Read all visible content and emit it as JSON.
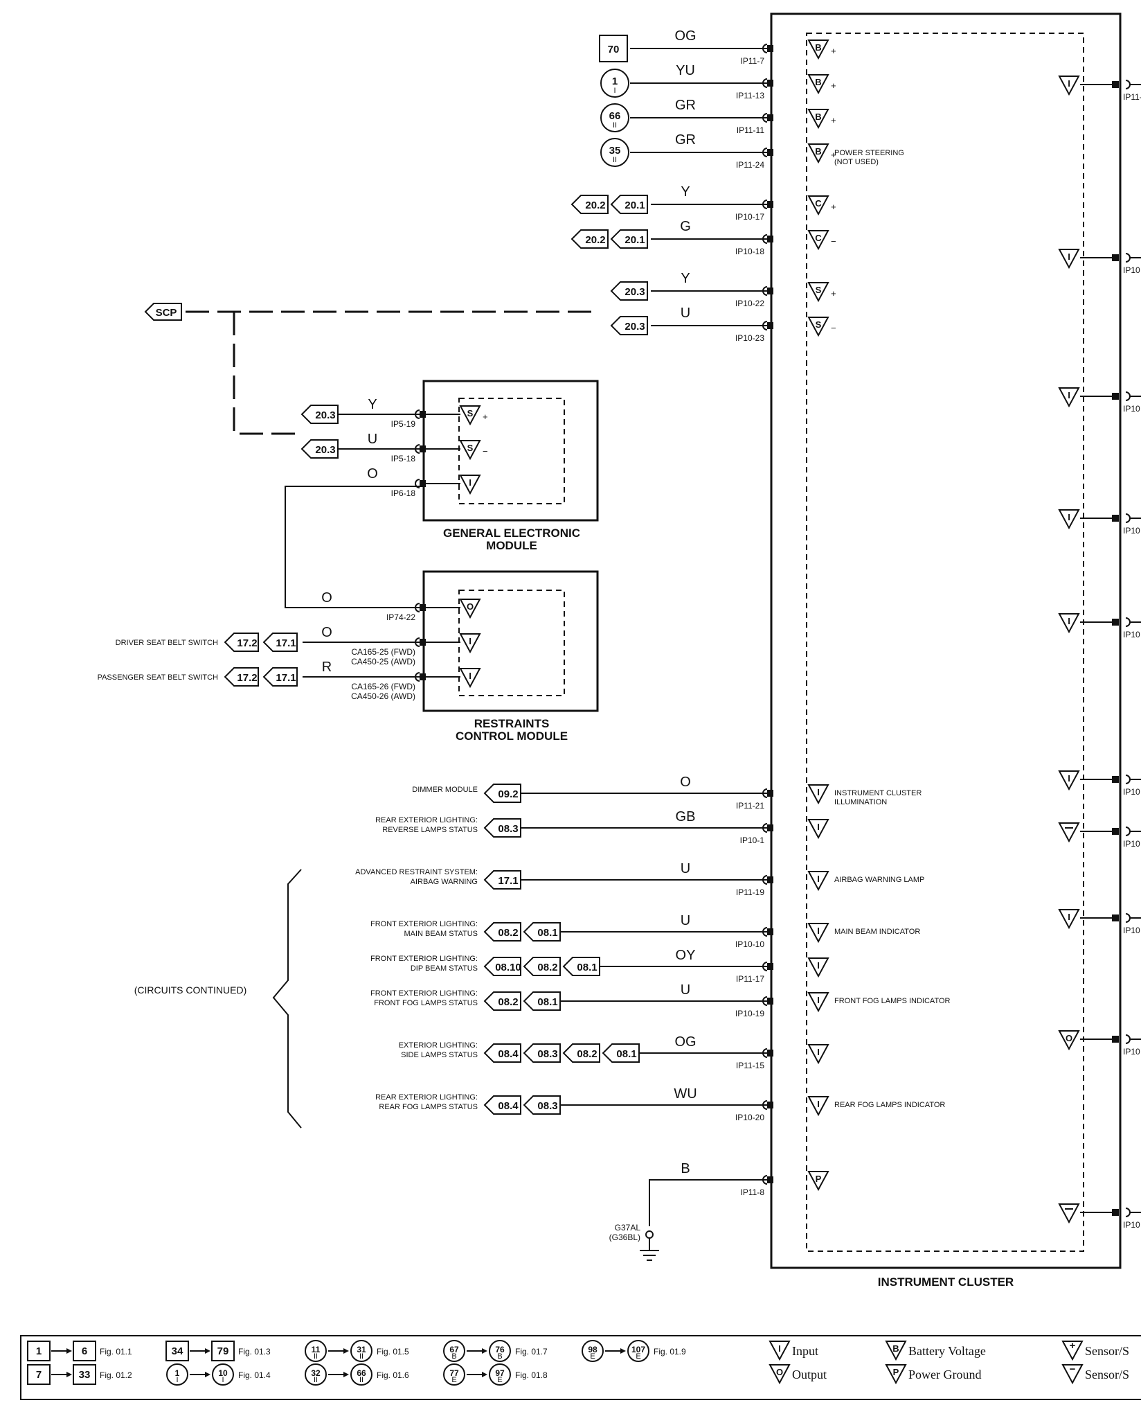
{
  "modules": {
    "instrument_cluster": "INSTRUMENT CLUSTER",
    "gem": [
      "GENERAL ELECTRONIC",
      "MODULE"
    ],
    "rcm": [
      "RESTRAINTS",
      "CONTROL MODULE"
    ]
  },
  "cluster_inputs_top": [
    {
      "src_type": "box",
      "src": [
        "70"
      ],
      "wire": "OG",
      "pin": "IP11-7",
      "sym": "B",
      "sign": "+",
      "desc": []
    },
    {
      "src_type": "circle",
      "src": [
        "1",
        "I"
      ],
      "wire": "YU",
      "pin": "IP11-13",
      "sym": "B",
      "sign": "+",
      "desc": []
    },
    {
      "src_type": "circle",
      "src": [
        "66",
        "II"
      ],
      "wire": "GR",
      "pin": "IP11-11",
      "sym": "B",
      "sign": "+",
      "desc": []
    },
    {
      "src_type": "circle",
      "src": [
        "35",
        "II"
      ],
      "wire": "GR",
      "pin": "IP11-24",
      "sym": "B",
      "sign": "+",
      "desc": [
        "POWER STEERING",
        "(NOT USED)"
      ]
    },
    {
      "src_type": "arrows",
      "src": [
        "20.2",
        "20.1"
      ],
      "wire": "Y",
      "pin": "IP10-17",
      "sym": "C",
      "sign": "+",
      "desc": []
    },
    {
      "src_type": "arrows",
      "src": [
        "20.2",
        "20.1"
      ],
      "wire": "G",
      "pin": "IP10-18",
      "sym": "C",
      "sign": "−",
      "desc": []
    },
    {
      "src_type": "arrows",
      "src": [
        "20.3"
      ],
      "wire": "Y",
      "pin": "IP10-22",
      "sym": "S",
      "sign": "+",
      "desc": []
    },
    {
      "src_type": "arrows",
      "src": [
        "20.3"
      ],
      "wire": "U",
      "pin": "IP10-23",
      "sym": "S",
      "sign": "−",
      "desc": []
    }
  ],
  "scp": "SCP",
  "gem_pins": [
    {
      "ref": "20.3",
      "wire": "Y",
      "pin": "IP5-19",
      "sym": "S",
      "sign": "+"
    },
    {
      "ref": "20.3",
      "wire": "U",
      "pin": "IP5-18",
      "sym": "S",
      "sign": "−"
    },
    {
      "ref": "",
      "wire": "O",
      "pin": "IP6-18",
      "sym": "I",
      "sign": ""
    }
  ],
  "rcm_pins": [
    {
      "label": "",
      "refs": [],
      "wire": "O",
      "pin": [
        "IP74-22"
      ],
      "sym": "O"
    },
    {
      "label": "DRIVER SEAT BELT SWITCH",
      "refs": [
        "17.2",
        "17.1"
      ],
      "wire": "O",
      "pin": [
        "CA165-25 (FWD)",
        "CA450-25 (AWD)"
      ],
      "sym": "I"
    },
    {
      "label": "PASSENGER SEAT BELT SWITCH",
      "refs": [
        "17.2",
        "17.1"
      ],
      "wire": "R",
      "pin": [
        "CA165-26 (FWD)",
        "CA450-26 (AWD)"
      ],
      "sym": "I"
    }
  ],
  "cluster_inputs_bottom": [
    {
      "label": [
        "DIMMER MODULE"
      ],
      "refs": [
        "09.2"
      ],
      "wire": "O",
      "pin": "IP11-21",
      "sym": "I",
      "desc": [
        "INSTRUMENT CLUSTER",
        "ILLUMINATION"
      ]
    },
    {
      "label": [
        "REAR EXTERIOR LIGHTING:",
        "REVERSE LAMPS STATUS"
      ],
      "refs": [
        "08.3"
      ],
      "wire": "GB",
      "pin": "IP10-1",
      "sym": "I",
      "desc": []
    },
    {
      "label": [
        "ADVANCED RESTRAINT SYSTEM:",
        "AIRBAG WARNING"
      ],
      "refs": [
        "17.1"
      ],
      "wire": "U",
      "pin": "IP11-19",
      "sym": "I",
      "desc": [
        "AIRBAG WARNING LAMP"
      ]
    },
    {
      "label": [
        "FRONT EXTERIOR LIGHTING:",
        "MAIN BEAM STATUS"
      ],
      "refs": [
        "08.2",
        "08.1"
      ],
      "wire": "U",
      "pin": "IP10-10",
      "sym": "I",
      "desc": [
        "MAIN BEAM INDICATOR"
      ]
    },
    {
      "label": [
        "FRONT EXTERIOR LIGHTING:",
        "DIP BEAM STATUS"
      ],
      "refs": [
        "08.10",
        "08.2",
        "08.1"
      ],
      "wire": "OY",
      "pin": "IP11-17",
      "sym": "I",
      "desc": []
    },
    {
      "label": [
        "FRONT EXTERIOR LIGHTING:",
        "FRONT FOG LAMPS STATUS"
      ],
      "refs": [
        "08.2",
        "08.1"
      ],
      "wire": "U",
      "pin": "IP10-19",
      "sym": "I",
      "desc": [
        "FRONT FOG LAMPS INDICATOR"
      ]
    },
    {
      "label": [
        "EXTERIOR LIGHTING:",
        "SIDE LAMPS STATUS"
      ],
      "refs": [
        "08.4",
        "08.3",
        "08.2",
        "08.1"
      ],
      "wire": "OG",
      "pin": "IP11-15",
      "sym": "I",
      "desc": []
    },
    {
      "label": [
        "REAR EXTERIOR LIGHTING:",
        "REAR FOG LAMPS STATUS"
      ],
      "refs": [
        "08.4",
        "08.3"
      ],
      "wire": "WU",
      "pin": "IP10-20",
      "sym": "I",
      "desc": [
        "REAR FOG LAMPS INDICATOR"
      ]
    }
  ],
  "ground": {
    "wire": "B",
    "pin": "IP11-8",
    "sym": "P",
    "label": [
      "G37AL",
      "(G36BL)"
    ]
  },
  "circuits_continued": "(CIRCUITS CONTINUED)",
  "right_pins": [
    {
      "sym": "I",
      "pin": "IP11-"
    },
    {
      "sym": "I",
      "pin": "IP10"
    },
    {
      "sym": "I",
      "pin": "IP10"
    },
    {
      "sym": "I",
      "pin": "IP10"
    },
    {
      "sym": "I",
      "pin": "IP10"
    },
    {
      "sym": "I",
      "pin": "IP10"
    },
    {
      "sym": "−",
      "pin": "IP10"
    },
    {
      "sym": "I",
      "pin": "IP10"
    },
    {
      "sym": "O",
      "pin": "IP10"
    },
    {
      "sym": "−",
      "pin": "IP10"
    }
  ],
  "legend": {
    "figs": [
      {
        "kind": "box",
        "a": [
          "1"
        ],
        "b": [
          "6"
        ],
        "fig": "Fig. 01.1"
      },
      {
        "kind": "box",
        "a": [
          "7"
        ],
        "b": [
          "33"
        ],
        "fig": "Fig. 01.2"
      },
      {
        "kind": "box",
        "a": [
          "34"
        ],
        "b": [
          "79"
        ],
        "fig": "Fig. 01.3"
      },
      {
        "kind": "circle",
        "a": [
          "1",
          "I"
        ],
        "b": [
          "10",
          "I"
        ],
        "fig": "Fig. 01.4"
      },
      {
        "kind": "circle",
        "a": [
          "11",
          "II"
        ],
        "b": [
          "31",
          "II"
        ],
        "fig": "Fig. 01.5"
      },
      {
        "kind": "circle",
        "a": [
          "32",
          "II"
        ],
        "b": [
          "66",
          "II"
        ],
        "fig": "Fig. 01.6"
      },
      {
        "kind": "circle",
        "a": [
          "67",
          "B"
        ],
        "b": [
          "76",
          "B"
        ],
        "fig": "Fig. 01.7"
      },
      {
        "kind": "circle",
        "a": [
          "77",
          "E"
        ],
        "b": [
          "97",
          "E"
        ],
        "fig": "Fig. 01.8"
      },
      {
        "kind": "circle",
        "a": [
          "98",
          "E"
        ],
        "b": [
          "107",
          "E"
        ],
        "fig": "Fig. 01.9"
      }
    ],
    "symbols": [
      {
        "sym": "I",
        "label": "Input"
      },
      {
        "sym": "O",
        "label": "Output"
      },
      {
        "sym": "B",
        "label": "Battery Voltage"
      },
      {
        "sym": "P",
        "label": "Power Ground"
      },
      {
        "sym": "+",
        "label": "Sensor/S"
      },
      {
        "sym": "−",
        "label": "Sensor/S"
      }
    ]
  }
}
